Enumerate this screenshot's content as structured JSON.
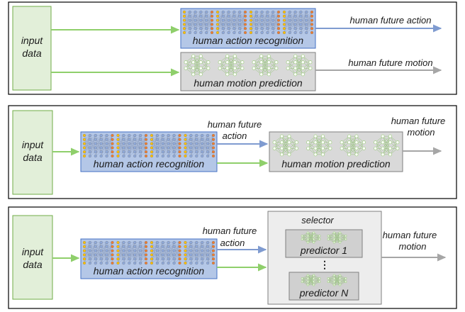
{
  "colors": {
    "panel_border": "#000000",
    "input_fill": "#e2efd9",
    "input_stroke": "#70ad47",
    "recognition_fill": "#b4c7e7",
    "recognition_stroke": "#4472c4",
    "prediction_fill": "#d9d9d9",
    "prediction_stroke": "#7f7f7f",
    "predictor_fill": "#d0d0d0",
    "selector_fill": "#ededed",
    "green_arrow": "#8fcf6b",
    "blue_arrow": "#7f9bd0",
    "gray_arrow": "#a6a6a6",
    "cnn_node_orange": "#ed7d31",
    "cnn_node_yellow": "#ffc000",
    "cnn_node_blue": "#8faadc",
    "mlp_node": "#a9d18e"
  },
  "icons": {
    "recognition_network": "convolutional-network-icon",
    "prediction_network": "neural-network-graph-icon"
  },
  "panels": [
    {
      "input_label": [
        "input",
        "data"
      ],
      "recognition_label": "human action recognition",
      "prediction_label": "human motion prediction",
      "action_output": [
        "human future action"
      ],
      "motion_output": [
        "human future motion"
      ]
    },
    {
      "input_label": [
        "input",
        "data"
      ],
      "recognition_label": "human action recognition",
      "intermediate_label": [
        "human future",
        "action"
      ],
      "prediction_label": "human motion prediction",
      "motion_output": [
        "human future",
        "motion"
      ]
    },
    {
      "input_label": [
        "input",
        "data"
      ],
      "recognition_label": "human action recognition",
      "intermediate_label": [
        "human future",
        "action"
      ],
      "selector_label": "selector",
      "predictors": [
        "predictor 1",
        "predictor N"
      ],
      "ellipsis": "⋮",
      "motion_output": [
        "human future",
        "motion"
      ]
    }
  ]
}
